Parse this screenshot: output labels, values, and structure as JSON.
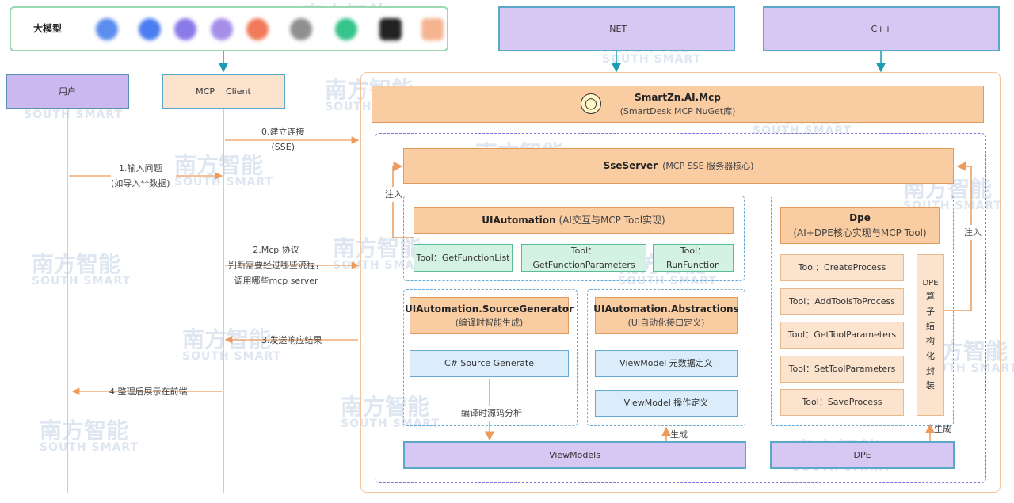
{
  "watermark": {
    "cn": "南方智能",
    "en": "SOUTH SMART"
  },
  "top": {
    "llm_label": "大模型",
    "logo_colors": [
      "#5b8cf0",
      "#4a7df2",
      "#8a7ae8",
      "#f07a5a",
      "#8f8f8f",
      "#35c48a",
      "#222222",
      "#f5b48f"
    ],
    "dotnet": ".NET",
    "cpp": "C++"
  },
  "left": {
    "user": "用户",
    "mcp_client": "MCP    Client"
  },
  "messages": {
    "m0_line1": "0.建立连接",
    "m0_line2": "(SSE)",
    "m1_line1": "1.输入问题",
    "m1_line2": "(如导入**数据)",
    "m2_line1": "2.Mcp 协议",
    "m2_line2": "判断需要经过哪些流程，",
    "m2_line3": "调用哪些mcp server",
    "m3": "3.发送响应结果",
    "m4": "4.整理后展示在前端"
  },
  "core": {
    "title": "SmartZn.AI.Mcp",
    "subtitle": "(SmartDesk MCP NuGet库)",
    "sse_title": "SseServer",
    "sse_sub": "(MCP SSE 服务器核心)",
    "inject": "注入",
    "generate": "生成"
  },
  "uia": {
    "title": "UIAutomation",
    "sub": "(AI交互与MCP Tool实现)",
    "tools": [
      "Tool：GetFunctionList",
      "Tool：GetFunctionParameters",
      "Tool：RunFunction"
    ]
  },
  "srcgen": {
    "title": "UIAutomation.SourceGenerator",
    "sub": "(编译时智能生成)",
    "item": "C# Source Generate",
    "analysis": "编译时源码分析"
  },
  "abs": {
    "title": "UIAutomation.Abstractions",
    "sub": "(UI自动化接口定义)",
    "items": [
      "ViewModel 元数据定义",
      "ViewModel 操作定义"
    ]
  },
  "dpe": {
    "title": "Dpe",
    "sub": "(AI+DPE核心实现与MCP Tool)",
    "tools": [
      "Tool：CreateProcess",
      "Tool：AddToolsToProcess",
      "Tool：GetToolParameters",
      "Tool：SetToolParameters",
      "Tool：SaveProcess"
    ],
    "side_chars": [
      "DPE",
      "算",
      "子",
      "结",
      "构",
      "化",
      "封",
      "装"
    ]
  },
  "bottom": {
    "viewmodels": "ViewModels",
    "dpe": "DPE"
  }
}
